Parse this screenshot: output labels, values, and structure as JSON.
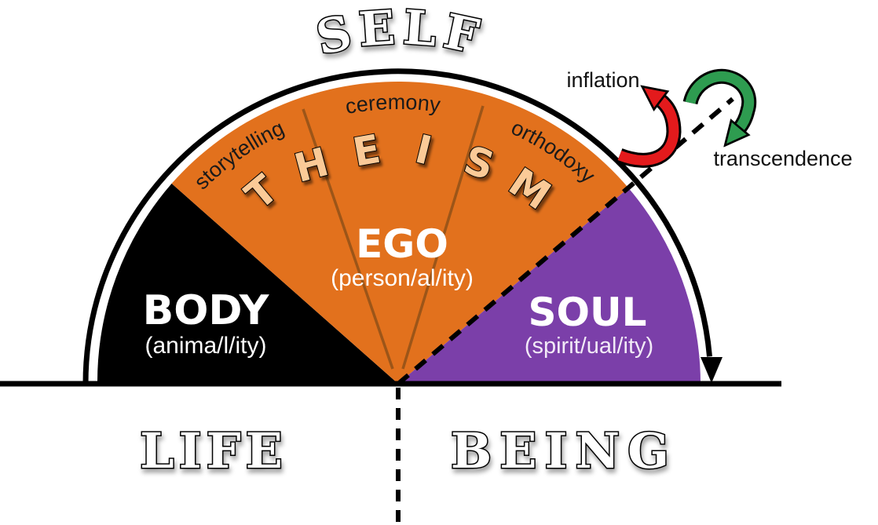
{
  "axis_words": {
    "self": "SELF",
    "life": "LIFE",
    "being": "BEING"
  },
  "wedges": {
    "body": {
      "label": "BODY",
      "sublabel": "(anima/l/ity)",
      "color": "#000000",
      "text_color": "#ffffff"
    },
    "ego": {
      "label": "EGO",
      "sublabel": "(person/al/ity)",
      "color": "#E2711D",
      "divider_color": "#9C5518",
      "text_color": "#ffffff"
    },
    "soul": {
      "label": "SOUL",
      "sublabel": "(spirit/ual/ity)",
      "color": "#7B3FA9",
      "text_color": "#F2EAF7"
    }
  },
  "theism": {
    "word": "THEISM",
    "letters": [
      "T",
      "H",
      "E",
      "I",
      "S",
      "M"
    ],
    "letter_color": "#FBCA97"
  },
  "practices": {
    "storytelling": "storytelling",
    "ceremony": "ceremony",
    "orthodoxy": "orthodoxy",
    "text_color": "#1A1A1A"
  },
  "annotations": {
    "inflation": {
      "label": "inflation",
      "arrow_color": "#E31A1C"
    },
    "transcendence": {
      "label": "transcendence",
      "arrow_color": "#2E9C50"
    }
  },
  "line_color": "#000000"
}
